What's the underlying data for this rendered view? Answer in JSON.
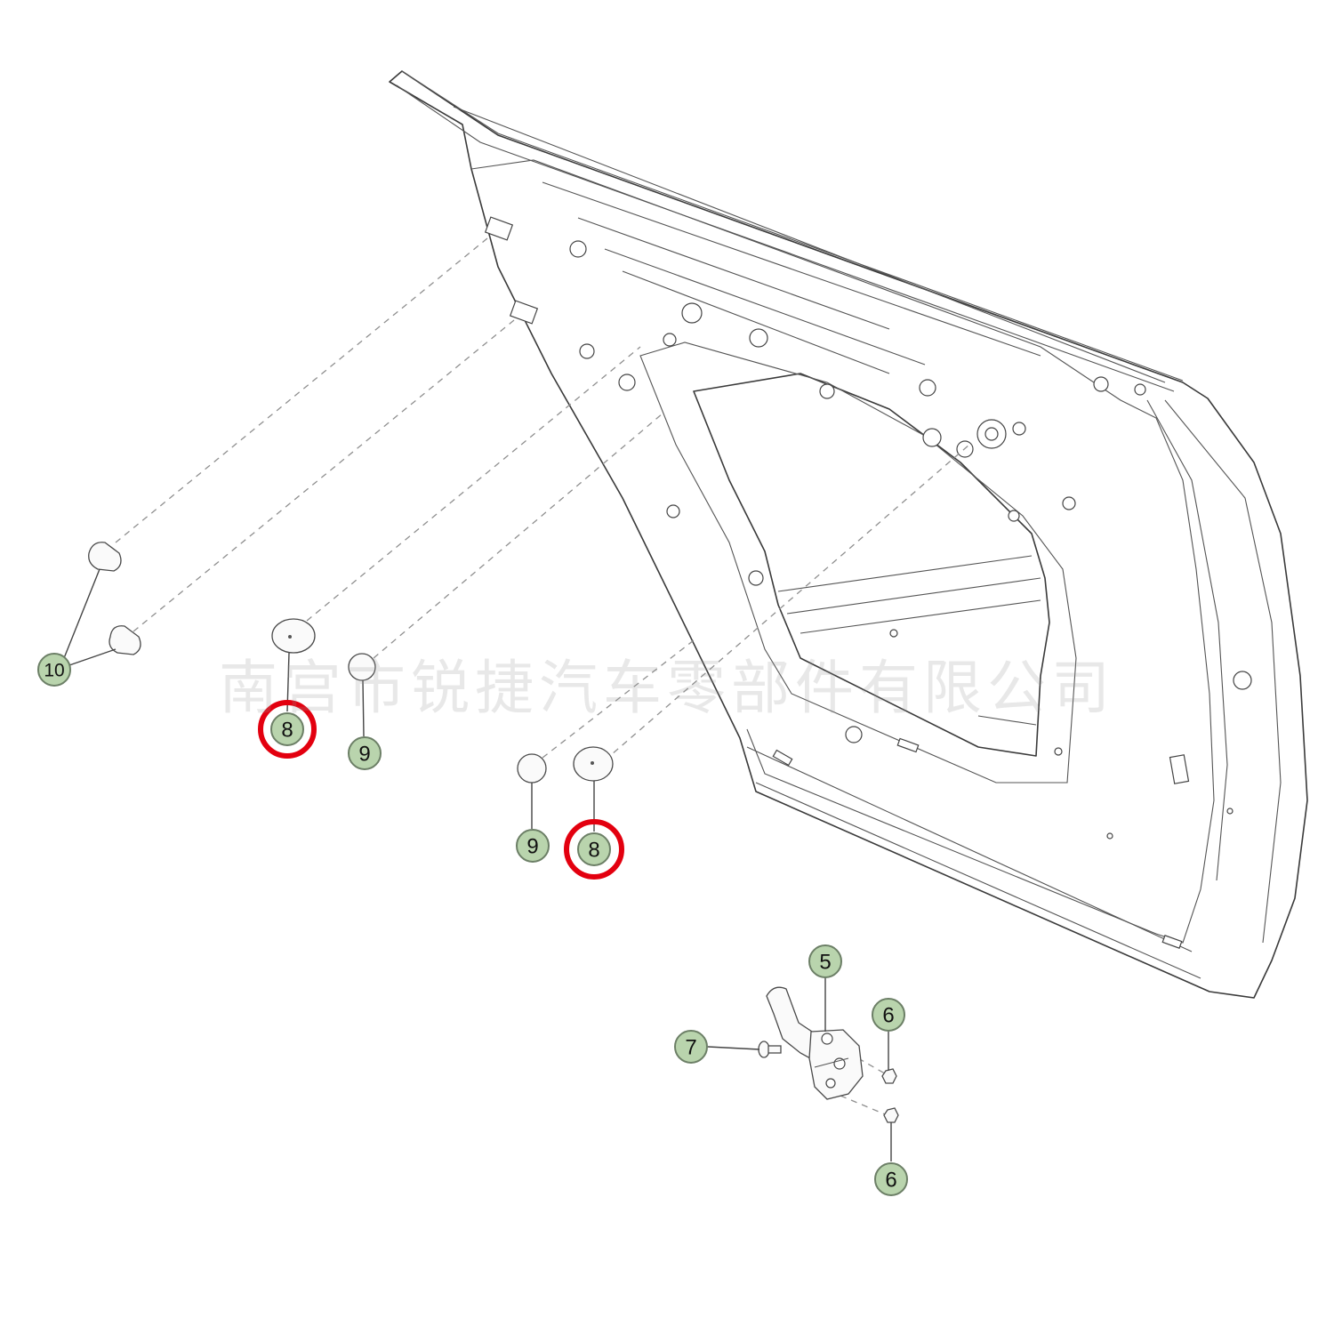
{
  "diagram": {
    "watermark": "南宫市锐捷汽车零部件有限公司",
    "highlight_color": "#e3000f",
    "callout_fill": "#b9d4ad",
    "callouts": [
      {
        "id": "10",
        "label": "10",
        "highlighted": false
      },
      {
        "id": "8a",
        "label": "8",
        "highlighted": true
      },
      {
        "id": "9a",
        "label": "9",
        "highlighted": false
      },
      {
        "id": "9b",
        "label": "9",
        "highlighted": false
      },
      {
        "id": "8b",
        "label": "8",
        "highlighted": true
      },
      {
        "id": "5",
        "label": "5",
        "highlighted": false
      },
      {
        "id": "6a",
        "label": "6",
        "highlighted": false
      },
      {
        "id": "7",
        "label": "7",
        "highlighted": false
      },
      {
        "id": "6b",
        "label": "6",
        "highlighted": false
      }
    ]
  }
}
